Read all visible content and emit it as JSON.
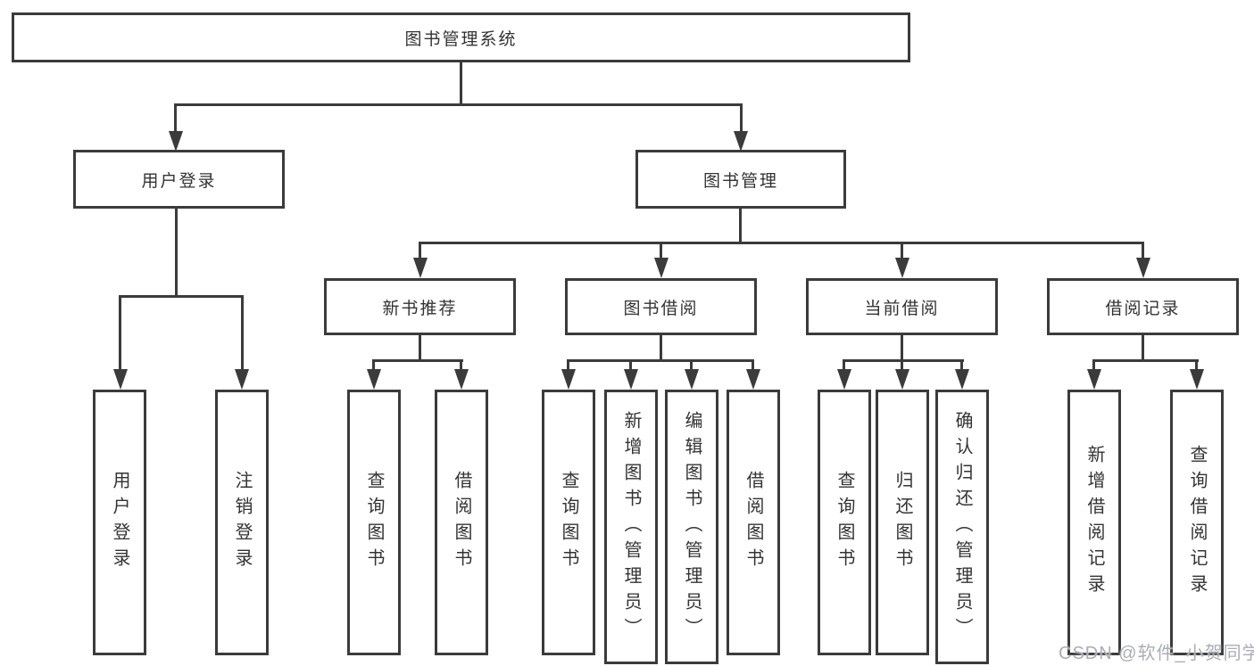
{
  "colors": {
    "line": "#3b3b3b",
    "text": "#333333",
    "watermark": "#aaadb4",
    "background": "#ffffff"
  },
  "watermark": {
    "text": "CSDN @软件_小贺同学"
  },
  "tree": {
    "root": {
      "label": "图书管理系统",
      "children": [
        {
          "label": "用户登录",
          "children": [
            {
              "label": "用户登录"
            },
            {
              "label": "注销登录"
            }
          ]
        },
        {
          "label": "图书管理",
          "children": [
            {
              "label": "新书推荐",
              "children": [
                {
                  "label": "查询图书"
                },
                {
                  "label": "借阅图书"
                }
              ]
            },
            {
              "label": "图书借阅",
              "children": [
                {
                  "label": "查询图书"
                },
                {
                  "label": "新增图书（管理员）"
                },
                {
                  "label": "编辑图书（管理员）"
                },
                {
                  "label": "借阅图书"
                }
              ]
            },
            {
              "label": "当前借阅",
              "children": [
                {
                  "label": "查询图书"
                },
                {
                  "label": "归还图书"
                },
                {
                  "label": "确认归还（管理员）"
                }
              ]
            },
            {
              "label": "借阅记录",
              "children": [
                {
                  "label": "新增借阅记录"
                },
                {
                  "label": "查询借阅记录"
                }
              ]
            }
          ]
        }
      ]
    }
  }
}
